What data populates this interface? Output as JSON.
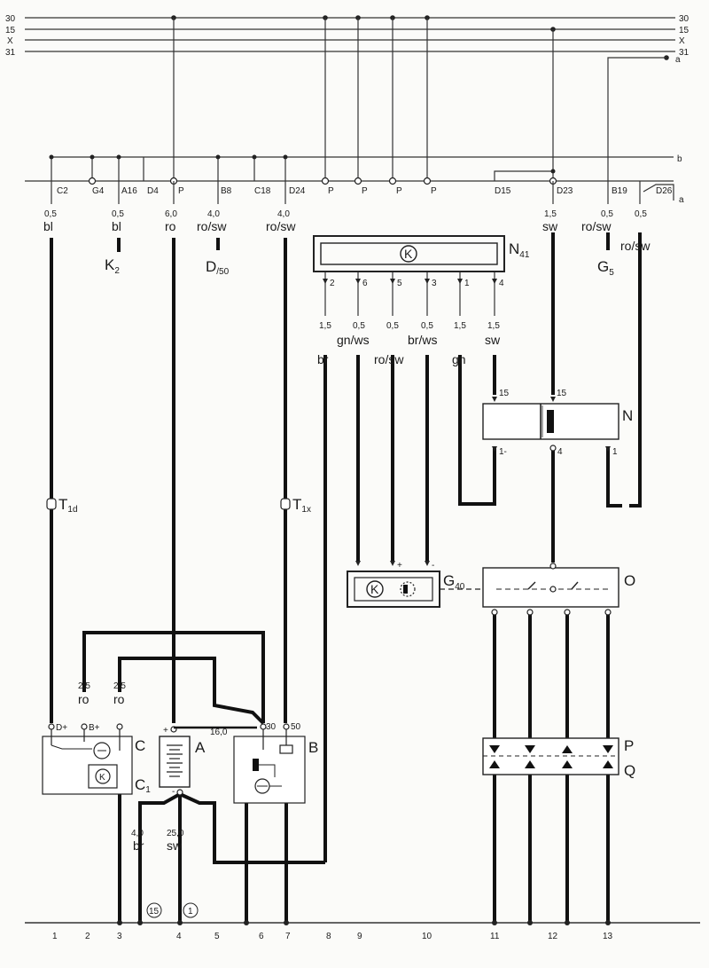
{
  "bus": {
    "rails": [
      {
        "left": "30",
        "right": "30"
      },
      {
        "left": "15",
        "right": "15"
      },
      {
        "left": "X",
        "right": "X"
      },
      {
        "left": "31",
        "right": "31"
      }
    ],
    "right_markers": [
      "a",
      "b",
      "a"
    ]
  },
  "connectors": [
    "C2",
    "G4",
    "A16",
    "D4",
    "P",
    "B8",
    "C18",
    "D24",
    "P",
    "P",
    "P",
    "P",
    "D15",
    "D23",
    "B19",
    "D26"
  ],
  "wires": [
    {
      "size": "0,5",
      "color": "bl"
    },
    {
      "size": "0,5",
      "color": "bl"
    },
    {
      "size": "6,0",
      "color": "ro"
    },
    {
      "size": "4,0",
      "color": "ro/sw"
    },
    {
      "size": "4,0",
      "color": "ro/sw"
    },
    {
      "size": "1,5",
      "color": "sw"
    },
    {
      "size": "0,5",
      "color": "ro/sw"
    },
    {
      "size": "0,5",
      "color": "ro/sw"
    },
    {
      "size": "1,5",
      "color": "br"
    },
    {
      "size": "0,5",
      "color": "gn/ws"
    },
    {
      "size": "0,5",
      "color": "ro/sw"
    },
    {
      "size": "0,5",
      "color": "br/ws"
    },
    {
      "size": "1,5",
      "color": "gn"
    },
    {
      "size": "1,5",
      "color": "sw"
    },
    {
      "size": "2,5",
      "color": "ro"
    },
    {
      "size": "2,5",
      "color": "ro"
    },
    {
      "size": "4,0",
      "color": "br"
    },
    {
      "size": "25,0",
      "color": "sw"
    },
    {
      "size": "16,0",
      "color": ""
    }
  ],
  "components": {
    "K2": "K",
    "K2_sub": "2",
    "D150": "D",
    "D150_sub": "/50",
    "N41": "N",
    "N41_sub": "41",
    "G5": "G",
    "G5_sub": "5",
    "N": "N",
    "G40": "G",
    "G40_sub": "40",
    "O": "O",
    "A": "A",
    "B": "B",
    "C": "C",
    "C1": "C",
    "C1_sub": "1",
    "P": "P",
    "Q": "Q",
    "T1d": "T",
    "T1d_sub": "1d",
    "T1x": "T",
    "T1x_sub": "1x",
    "K_symbol": "K"
  },
  "pins": {
    "n41": [
      "2",
      "6",
      "5",
      "3",
      "1",
      "4"
    ],
    "n": [
      "15",
      "15",
      "1-",
      "4",
      "1"
    ],
    "alt": [
      "D+",
      "B+"
    ],
    "bat": [
      "+",
      "-"
    ],
    "starter": [
      "30",
      "50"
    ],
    "g40": [
      "+",
      "-"
    ]
  },
  "bottom": {
    "columns": [
      "1",
      "2",
      "3",
      "4",
      "5",
      "6",
      "7",
      "8",
      "9",
      "10",
      "11",
      "12",
      "13"
    ],
    "circled": [
      "15",
      "1"
    ]
  }
}
